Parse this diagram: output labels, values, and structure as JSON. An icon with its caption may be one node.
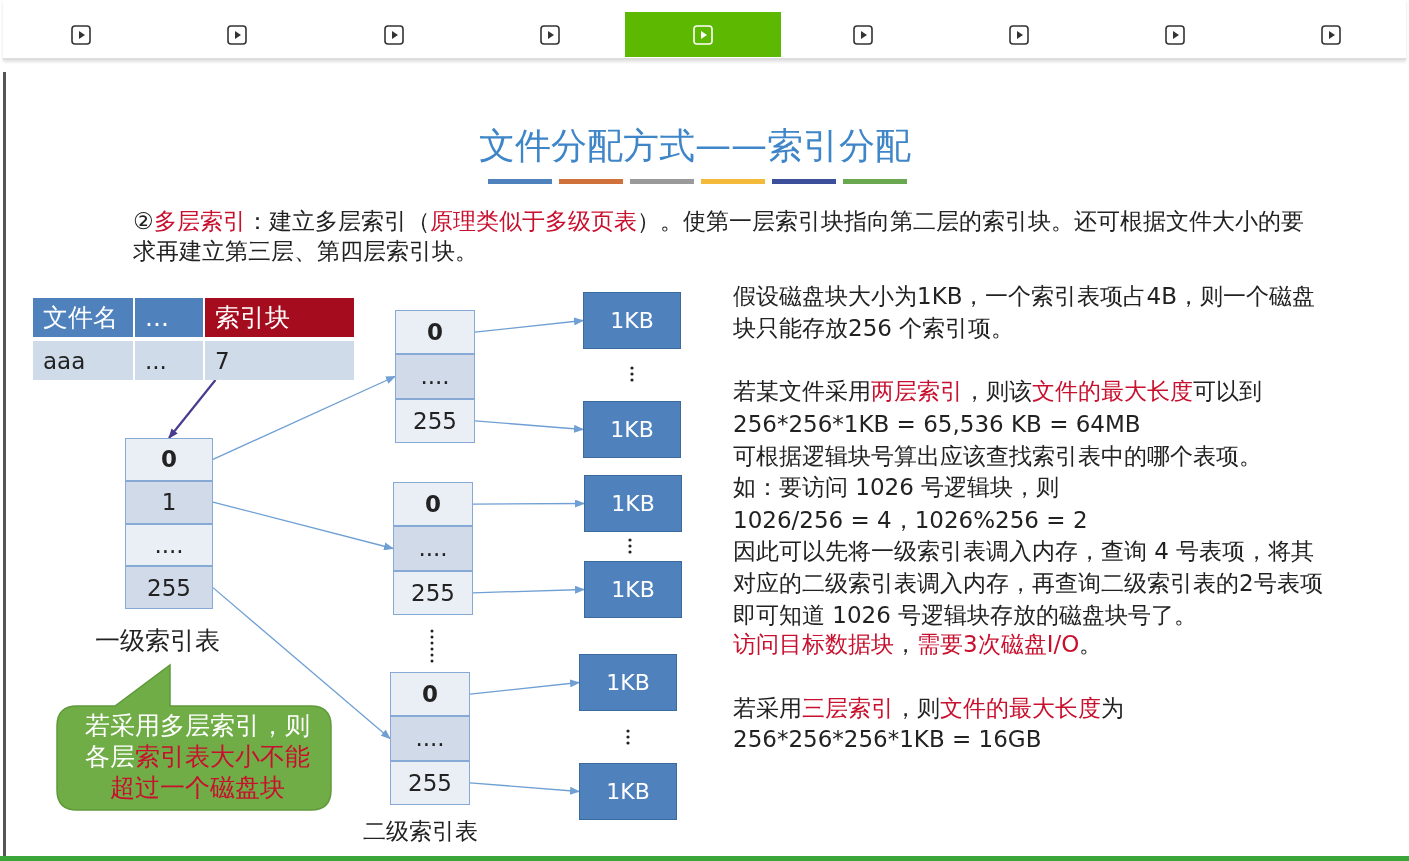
{
  "diagram": {
    "title": "文件分配方式——索引分配",
    "nodes": [
      {
        "text": [
          "文件名"
        ]
      },
      {
        "text": [
          "..."
        ]
      },
      {
        "text": [
          "索引块"
        ]
      },
      {
        "text": [
          "aaa"
        ]
      },
      {
        "text": [
          "..."
        ]
      },
      {
        "text": [
          "7"
        ]
      },
      {
        "text": [],
        "shape": "box",
        "beside": [
          "一级索引表"
        ]
      },
      {
        "text": [
          "0"
        ],
        "in": 6
      },
      {
        "text": [
          "1"
        ],
        "in": 6
      },
      {
        "text": [
          "...."
        ],
        "in": 6
      },
      {
        "text": [
          "255"
        ],
        "in": 6
      },
      {
        "text": [],
        "shape": "box"
      },
      {
        "text": [
          "0"
        ],
        "in": 11
      },
      {
        "text": [
          "...."
        ],
        "in": 11
      },
      {
        "text": [
          "255"
        ],
        "in": 11
      },
      {
        "text": [],
        "shape": "box"
      },
      {
        "text": [
          "0"
        ],
        "in": 15
      },
      {
        "text": [
          "...."
        ],
        "in": 15
      },
      {
        "text": [
          "255"
        ],
        "in": 15
      },
      {
        "text": [],
        "shape": "box"
      },
      {
        "text": [
          "0"
        ],
        "in": 19
      },
      {
        "text": [
          "...."
        ],
        "in": 19
      },
      {
        "text": [
          "255"
        ],
        "in": 19
      },
      {
        "text": [
          "1KB"
        ]
      },
      {
        "text": [
          "1KB"
        ]
      },
      {
        "text": [
          "1KB"
        ]
      },
      {
        "text": [
          "1KB"
        ]
      },
      {
        "text": [
          "1KB"
        ]
      },
      {
        "text": [
          "1KB"
        ]
      },
      {
        "text": [
          "若采用多层索引，则各层​*索引表大小不能超过一个磁盘块*"
        ]
      }
    ],
    "edges": [
      {
        "from": 5,
        "to": 7,
        "arrow": "to",
        "color": "#4b3b8f"
      },
      {
        "from": 7,
        "to": 11,
        "arrow": "to"
      },
      {
        "from": 8,
        "to": 15,
        "arrow": "to"
      },
      {
        "from": 10,
        "to": 19,
        "arrow": "to"
      },
      {
        "from": 12,
        "to": 23,
        "arrow": "to"
      },
      {
        "from": 14,
        "to": 24,
        "arrow": "to"
      },
      {
        "from": 16,
        "to": 25,
        "arrow": "to"
      },
      {
        "from": 18,
        "to": 26,
        "arrow": "to"
      },
      {
        "from": 20,
        "to": 27,
        "arrow": "to"
      },
      {
        "from": 22,
        "to": 28,
        "arrow": "to"
      }
    ],
    "labels": [
      "②​*多层索引*：建立多层索引（*原理类似于多级页表*）。使第一层索引块指向第二层的索引块。还可根据文件大小的要求再建立第三层、第四层索引块。",
      "假设磁盘块大小为1KB，一个索引表项占4B，则一个磁盘块只能存放256 个索引项。",
      "若某文件采用​*两层索引*，则该​*文件的最大长度*​可以到",
      "256*256*1KB = 65,536 KB = 64MB",
      "可根据逻辑块号算出应该查找索引表中的哪个表项。",
      "如：要访问 1026 号逻辑块，则",
      "1026/256 = 4，1026%256 = 2",
      "因此可以先将一级索引表调入内存，查询 4 号表项，将其对应的二级索引表调入内存，再查询二级索引表的2号表项即可知道 1026 号逻辑块存放的磁盘块号了。",
      "*访问目标数据块*，*需要3次磁盘I/O*。",
      "若采用​*三层索引*，则​*文件的最大长度*​为",
      "256*256*256*1KB = 16GB",
      "二级索引表"
    ]
  }
}
